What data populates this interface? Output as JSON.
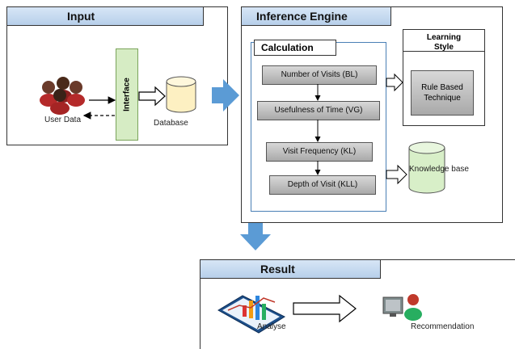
{
  "input": {
    "title": "Input",
    "user_data_label": "User Data",
    "interface_label": "Interface",
    "database_label": "Database"
  },
  "engine": {
    "title": "Inference Engine",
    "calculation_title": "Calculation",
    "steps": [
      "Number of Visits (BL)",
      "Usefulness of Time (VG)",
      "Visit Frequency (KL)",
      "Depth of Visit (KLL)"
    ],
    "learning_style_title": "Learning Style",
    "technique_label": "Rule Based Technique",
    "knowledge_base_label": "Knowledge base"
  },
  "result": {
    "title": "Result",
    "analyse_label": "Analyse",
    "recommendation_label": "Recommendation"
  },
  "colors": {
    "header_bg": "#c6dbf1",
    "interface_green": "#d6ecc4",
    "database_fill": "#fdf0c2",
    "knowledge_fill": "#d8efc8",
    "flow_arrow": "#5b9bd5"
  }
}
